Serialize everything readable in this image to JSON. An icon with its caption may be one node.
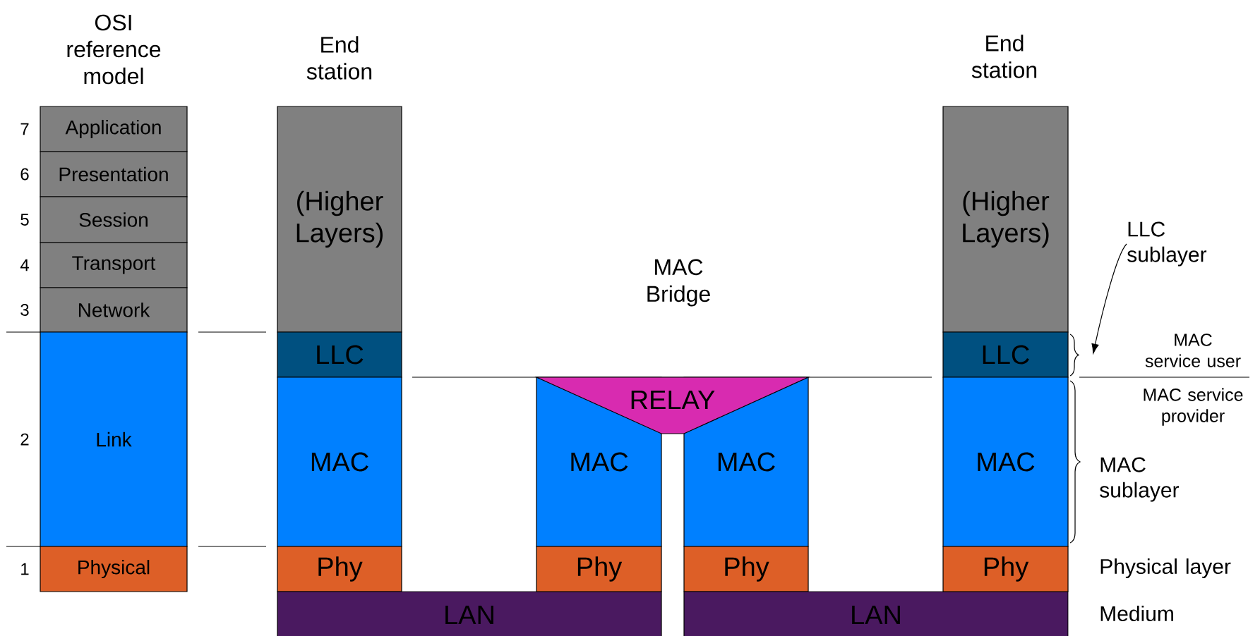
{
  "diagram": {
    "nodes": [
      {
        "text": [
          "Application"
        ],
        "beside": [
          "7"
        ]
      },
      {
        "text": [
          "Presentation"
        ],
        "beside": [
          "6"
        ]
      },
      {
        "text": [
          "Session"
        ],
        "beside": [
          "5"
        ]
      },
      {
        "text": [
          "Transport"
        ],
        "beside": [
          "4"
        ]
      },
      {
        "text": [
          "Network"
        ],
        "beside": [
          "3"
        ]
      },
      {
        "text": [
          "Link"
        ],
        "beside": [
          "2"
        ]
      },
      {
        "text": [
          "Physical"
        ],
        "beside": [
          "1"
        ]
      },
      {
        "text": [
          "(Higher Layers)"
        ]
      },
      {
        "text": [
          "LLC"
        ]
      },
      {
        "text": [
          "MAC"
        ]
      },
      {
        "text": [
          "Phy"
        ]
      },
      {
        "text": [
          "LAN"
        ]
      },
      {
        "text": [
          "RELAY"
        ]
      },
      {
        "text": [
          "MAC"
        ]
      },
      {
        "text": [
          "MAC"
        ]
      },
      {
        "text": [
          "Phy"
        ]
      },
      {
        "text": [
          "Phy"
        ]
      },
      {
        "text": [
          "LAN"
        ]
      },
      {
        "text": [
          "(Higher Layers)"
        ]
      },
      {
        "text": [
          "LLC"
        ]
      },
      {
        "text": [
          "MAC"
        ]
      },
      {
        "text": [
          "Phy"
        ]
      },
      {
        "text": [
          "LLC sublayer"
        ]
      },
      {
        "text": [],
        "shape": "brace"
      }
    ],
    "edges": [
      {
        "from": 22,
        "to": 23,
        "arrow": "to"
      }
    ],
    "labels": [
      "OSI reference model",
      "End station",
      "MAC Bridge",
      "End station",
      "MAC service user",
      "MAC service provider",
      "MAC sublayer",
      "Physical layer",
      "Medium"
    ]
  }
}
